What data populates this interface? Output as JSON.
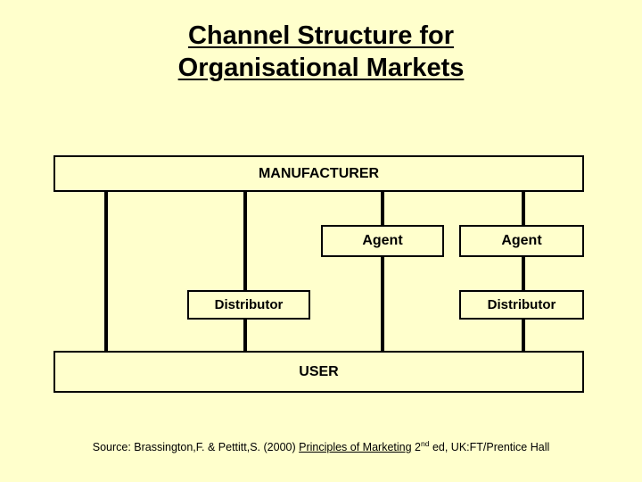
{
  "slide": {
    "background_color": "#ffffcc",
    "text_color": "#000000",
    "title": {
      "line1": "Channel Structure for",
      "line2": "Organisational Markets"
    },
    "diagram": {
      "manufacturer_label": "MANUFACTURER",
      "user_label": "USER",
      "agent_1_label": "Agent",
      "agent_2_label": "Agent",
      "distributor_1_label": "Distributor",
      "distributor_2_label": "Distributor"
    },
    "source": {
      "prefix": "Source: Brassington,F. & Pettitt,S. (2000) ",
      "book_title": "Principles of Marketing",
      "edition_number": " 2",
      "edition_suffix": "nd",
      "tail": " ed, UK:FT/Prentice Hall"
    }
  }
}
